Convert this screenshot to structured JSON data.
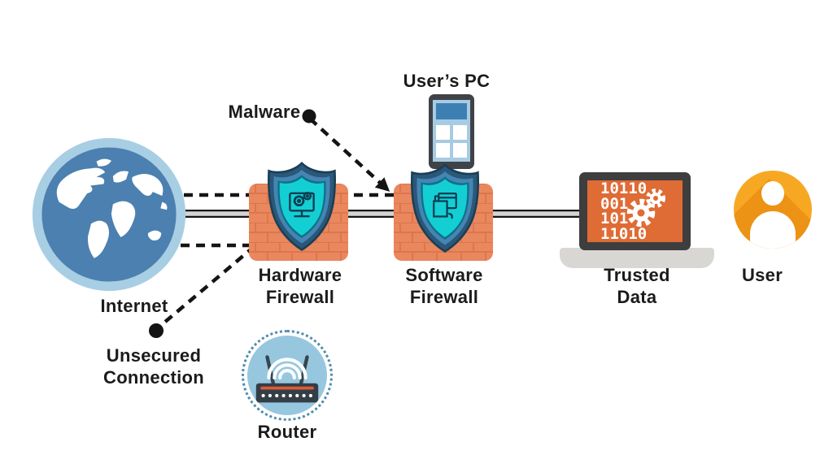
{
  "labels": {
    "internet": "Internet",
    "malware": "Malware",
    "unsecured_line1": "Unsecured",
    "unsecured_line2": "Connection",
    "hardware_line1": "Hardware",
    "hardware_line2": "Firewall",
    "software_line1": "Software",
    "software_line2": "Firewall",
    "users_pc": "User’s PC",
    "trusted_line1": "Trusted",
    "trusted_line2": "Data",
    "user": "User",
    "router": "Router"
  },
  "trusted_data_screen": {
    "binary_lines": [
      "10110",
      "001",
      "101",
      "11010"
    ]
  },
  "icons": {
    "internet": "globe-icon",
    "hardware_firewall": "brick-wall-shield-monitor-gears-icon",
    "software_firewall": "brick-wall-shield-windows-icon",
    "users_pc": "smartphone-device-icon",
    "trusted_data": "laptop-binary-gears-icon",
    "user": "person-avatar-icon",
    "router": "wifi-router-icon",
    "malware_connector": "dashed-arrow-with-dot",
    "unsecured_connector": "dashed-line-with-dot",
    "network_cable": "double-solid-line"
  },
  "colors": {
    "globe_ring": "#a8cee4",
    "globe_blue": "#4b80b0",
    "brick_orange": "#e9875e",
    "brick_mortar": "#dd7448",
    "shield_navy": "#2a5878",
    "shield_blue": "#4585b5",
    "shield_cyan": "#13cfd4",
    "laptop_frame": "#3e3e3e",
    "laptop_screen_orange": "#df6b35",
    "user_orange": "#f7a823",
    "router_blue": "#97c7df",
    "line_black": "#141414",
    "cable_gray": "#d4d4d4"
  }
}
